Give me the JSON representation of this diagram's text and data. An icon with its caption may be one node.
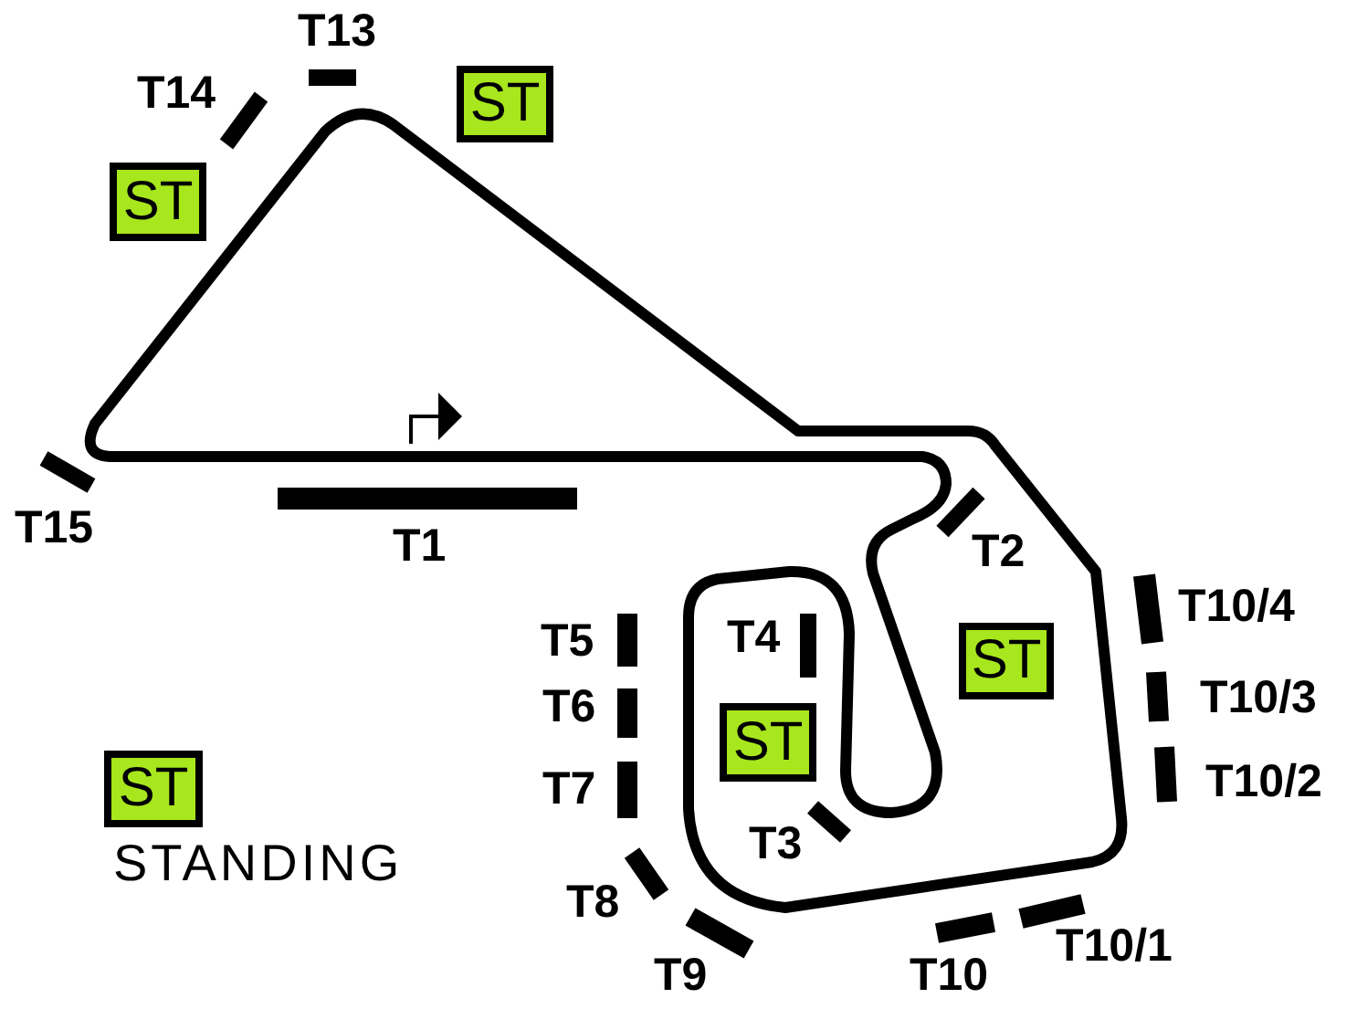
{
  "diagram": {
    "nodes": [
      {
        "text": [
          "ST"
        ]
      },
      {
        "text": [
          "ST"
        ]
      },
      {
        "text": [
          "ST"
        ]
      },
      {
        "text": [
          "ST"
        ]
      },
      {
        "text": [
          "ST"
        ],
        "beside": [
          "STANDING"
        ]
      }
    ],
    "labels": [
      "T13",
      "T14",
      "T15",
      "T1",
      "T2",
      "T10/4",
      "T4",
      "T5",
      "T10/3",
      "T6",
      "T10/2",
      "T7",
      "T3",
      "T8",
      "T10/1",
      "T9",
      "T10"
    ]
  }
}
